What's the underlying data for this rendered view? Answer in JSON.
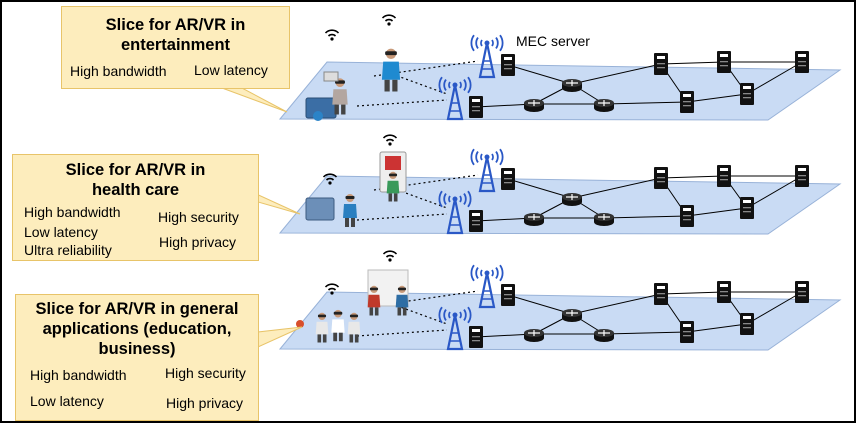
{
  "mec_server_label": "MEC server",
  "slices": [
    {
      "title_lines": [
        "Slice for AR/VR in",
        "entertainment"
      ],
      "requirements": [
        "High bandwidth",
        "Low latency"
      ],
      "use_case": "entertainment"
    },
    {
      "title_lines": [
        "Slice for AR/VR in",
        "health care"
      ],
      "requirements": [
        "High bandwidth",
        "High security",
        "Low latency",
        "Ultra reliability",
        "High privacy"
      ],
      "use_case": "health-care"
    },
    {
      "title_lines": [
        "Slice for AR/VR in general",
        "applications (education,",
        "business)"
      ],
      "requirements": [
        "High bandwidth",
        "High security",
        "Low latency",
        "High privacy"
      ],
      "use_case": "general-applications"
    }
  ],
  "colors": {
    "plane_fill": "#c9dbf4",
    "plane_stroke": "#98b2d8",
    "callout_fill": "#fdedbd",
    "callout_border": "#e8c469",
    "antenna": "#2a58c6",
    "server": "#111111",
    "router": "#111111"
  },
  "icons": [
    "antenna-icon",
    "mec-server-icon",
    "router-icon",
    "server-icon",
    "wifi-icon"
  ]
}
